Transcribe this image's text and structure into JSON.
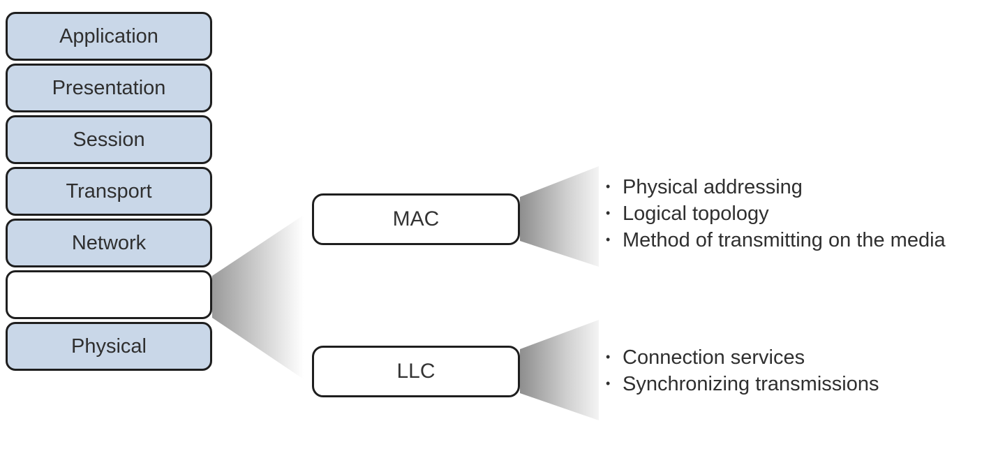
{
  "osi_layers": [
    {
      "label": "Application"
    },
    {
      "label": "Presentation"
    },
    {
      "label": "Session"
    },
    {
      "label": "Transport"
    },
    {
      "label": "Network"
    },
    {
      "label": ""
    },
    {
      "label": "Physical"
    }
  ],
  "sublayers": {
    "mac": {
      "label": "MAC",
      "items": [
        "Physical addressing",
        "Logical topology",
        "Method of transmitting on the media"
      ]
    },
    "llc": {
      "label": "LLC",
      "items": [
        "Connection services",
        "Synchronizing transmissions"
      ]
    }
  },
  "colors": {
    "layer_fill": "#c9d7e8",
    "border": "#1e1e1e",
    "text": "#2f2f2f"
  }
}
